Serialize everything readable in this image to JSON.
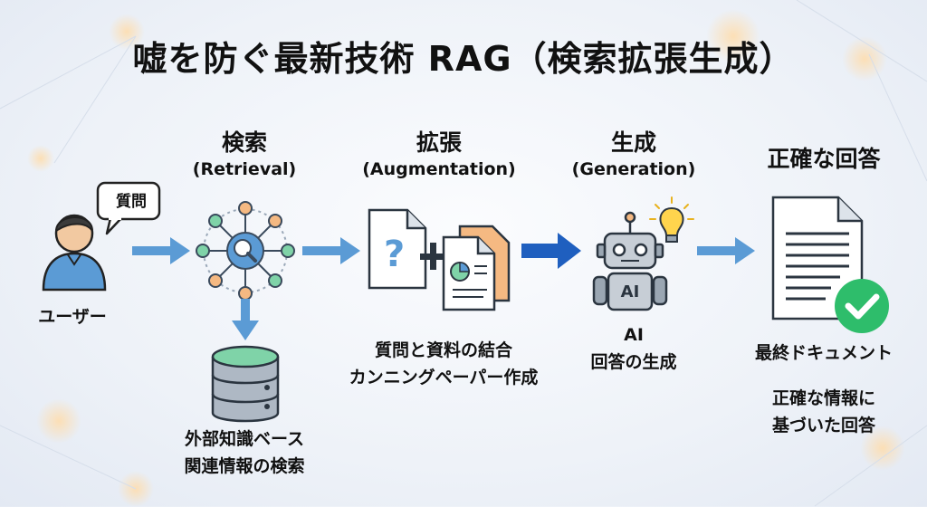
{
  "title": "嘘を防ぐ最新技術 RAG（検索拡張生成）",
  "user": {
    "bubble": "質問",
    "label": "ユーザー"
  },
  "retrieval": {
    "heading_jp": "検索",
    "heading_en": "(Retrieval)",
    "caption_line1": "外部知識ベース",
    "caption_line2": "関連情報の検索"
  },
  "augmentation": {
    "heading_jp": "拡張",
    "heading_en": "(Augmentation)",
    "caption_line1": "質問と資料の結合",
    "caption_line2": "カンニングペーパー作成"
  },
  "generation": {
    "heading_jp": "生成",
    "heading_en": "(Generation)",
    "robot_text": "AI",
    "caption_line1": "AI",
    "caption_line2": "回答の生成"
  },
  "answer": {
    "heading": "正確な回答",
    "caption_line1": "最終ドキュメント",
    "caption_line2": "正確な情報に",
    "caption_line3": "基づいた回答"
  },
  "colors": {
    "arrow_light": "#5b9bd5",
    "arrow_dark": "#1f5fbf",
    "accent_green": "#2ebd6b",
    "db_top": "#7fd3a8",
    "db_body": "#aeb8c4",
    "user_shirt": "#5b9bd5",
    "doc_orange": "#f5b982"
  },
  "icons": [
    "user-icon",
    "network-search-icon",
    "database-icon",
    "question-document-icon",
    "plus-icon",
    "report-document-icon",
    "robot-icon",
    "lightbulb-icon",
    "answer-document-icon",
    "checkmark-icon"
  ]
}
